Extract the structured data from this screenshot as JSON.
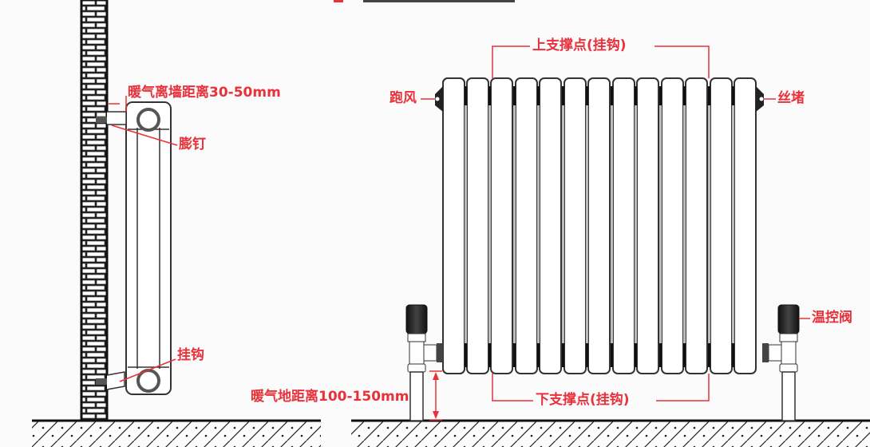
{
  "diagram": {
    "title_partial": "",
    "accent_color": "#e8313a",
    "side_view": {
      "wall_distance_label": "暖气离墙距离30-50mm",
      "expansion_bolt_label": "膨钉",
      "hook_label": "挂钩"
    },
    "front_view": {
      "upper_support_label": "上支撑点(挂钩)",
      "lower_support_label": "下支撑点(挂钩)",
      "air_vent_label": "跑风",
      "plug_label": "丝堵",
      "thermostatic_valve_label": "温控阀",
      "floor_distance_label": "暖气地距离100-150mm",
      "column_count": 13
    }
  }
}
